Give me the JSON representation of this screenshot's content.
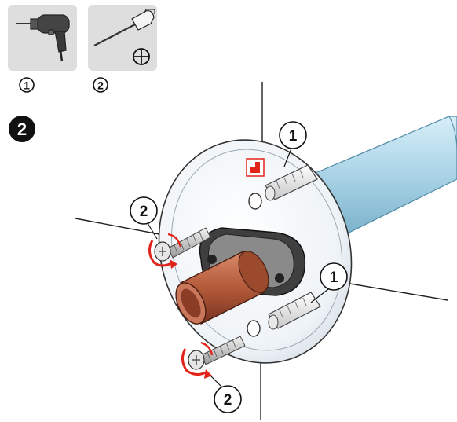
{
  "tools": [
    {
      "number": "1",
      "icon": "power-drill-icon"
    },
    {
      "number": "2",
      "icon": "phillips-screwdriver-icon"
    }
  ],
  "step": {
    "number": "2"
  },
  "callouts": {
    "plug_top": "1",
    "plug_bottom": "1",
    "screw_top": "2",
    "screw_bottom": "2"
  },
  "colors": {
    "tool_bg": "#dedede",
    "rotation_arrow": "#e2231a",
    "pipe_copper": "#b35a3a",
    "tube_blue": "#a9d3e6",
    "warning_label": "#e2231a"
  }
}
